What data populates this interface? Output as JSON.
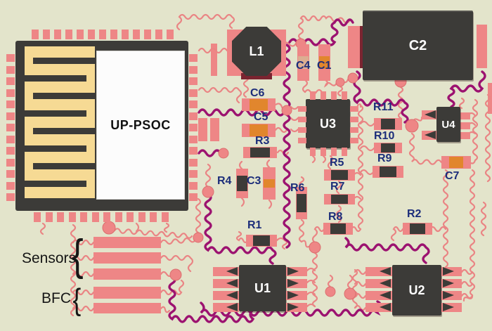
{
  "colors": {
    "background": "#e3e4cb",
    "pad": "#ee8686",
    "pad_light": "#f3b3ad",
    "trace_pink": "#ea8484",
    "trace_magenta": "#9c1270",
    "component_dark": "#3c3b38",
    "cap_orange": "#e1862d",
    "cap_pale": "#dcae92",
    "meander_yellow": "#f6da94",
    "label_area_white": "#fcfcfc",
    "ref_navy": "#1c2d7a",
    "text_black": "#161616",
    "accent_maroon": "#7a2430",
    "via_ring": "#db6f6f"
  },
  "chip": {
    "label": "UP-PSOC"
  },
  "components": {
    "l1": {
      "label": "L1"
    },
    "c1": {
      "label": "C1"
    },
    "c2": {
      "label": "C2"
    },
    "c3": {
      "label": "C3"
    },
    "c4": {
      "label": "C4"
    },
    "c5": {
      "label": "C5"
    },
    "c6": {
      "label": "C6"
    },
    "c7": {
      "label": "C7"
    },
    "r1": {
      "label": "R1"
    },
    "r2": {
      "label": "R2"
    },
    "r3": {
      "label": "R3"
    },
    "r4": {
      "label": "R4"
    },
    "r5": {
      "label": "R5"
    },
    "r6": {
      "label": "R6"
    },
    "r7": {
      "label": "R7"
    },
    "r8": {
      "label": "R8"
    },
    "r9": {
      "label": "R9"
    },
    "r10": {
      "label": "R10"
    },
    "r11": {
      "label": "R11"
    },
    "u1": {
      "label": "U1"
    },
    "u2": {
      "label": "U2"
    },
    "u3": {
      "label": "U3"
    },
    "u4": {
      "label": "U4"
    }
  },
  "annotations": {
    "sensors": {
      "label": "Sensors",
      "brace": "{"
    },
    "bfc": {
      "label": "BFC",
      "brace": "{"
    }
  }
}
